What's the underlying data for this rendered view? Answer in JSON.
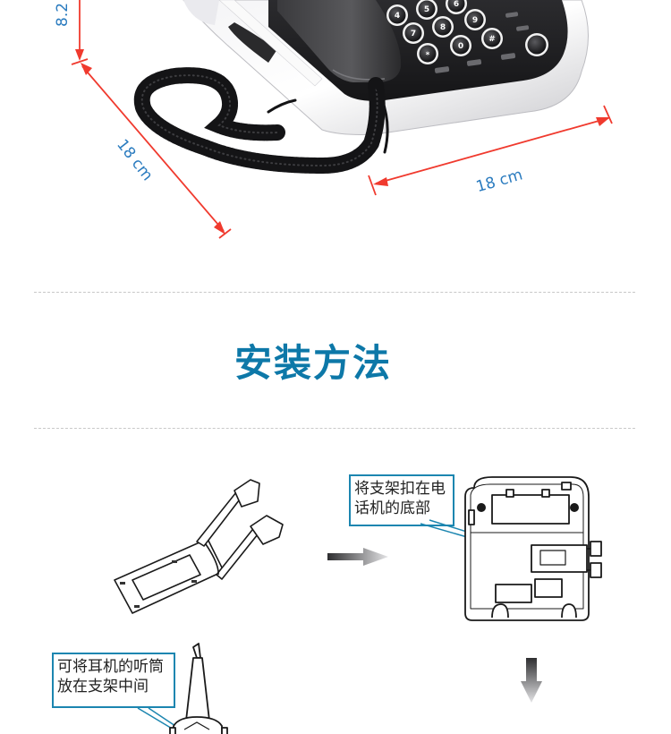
{
  "dimensions": {
    "height_label": "8.2",
    "depth_label": "18 cm",
    "width_label": "18 cm",
    "arrow_color": "#f03a2e",
    "text_color": "#2a7bbf"
  },
  "phone": {
    "keypad_keys": [
      "4",
      "5",
      "6",
      "7",
      "8",
      "9",
      "*",
      "0",
      "#"
    ]
  },
  "section": {
    "title": "安装方法",
    "title_color": "#0d78a8"
  },
  "steps": {
    "step2_callout": {
      "line1": "将支架扣在电",
      "line2": "话机的底部"
    },
    "step3_callout": {
      "line1": "可将耳机的听筒",
      "line2": "放在支架中间"
    }
  },
  "icons": {
    "right_arrow": "right-gradient-arrow",
    "down_arrow": "down-gradient-arrow"
  }
}
